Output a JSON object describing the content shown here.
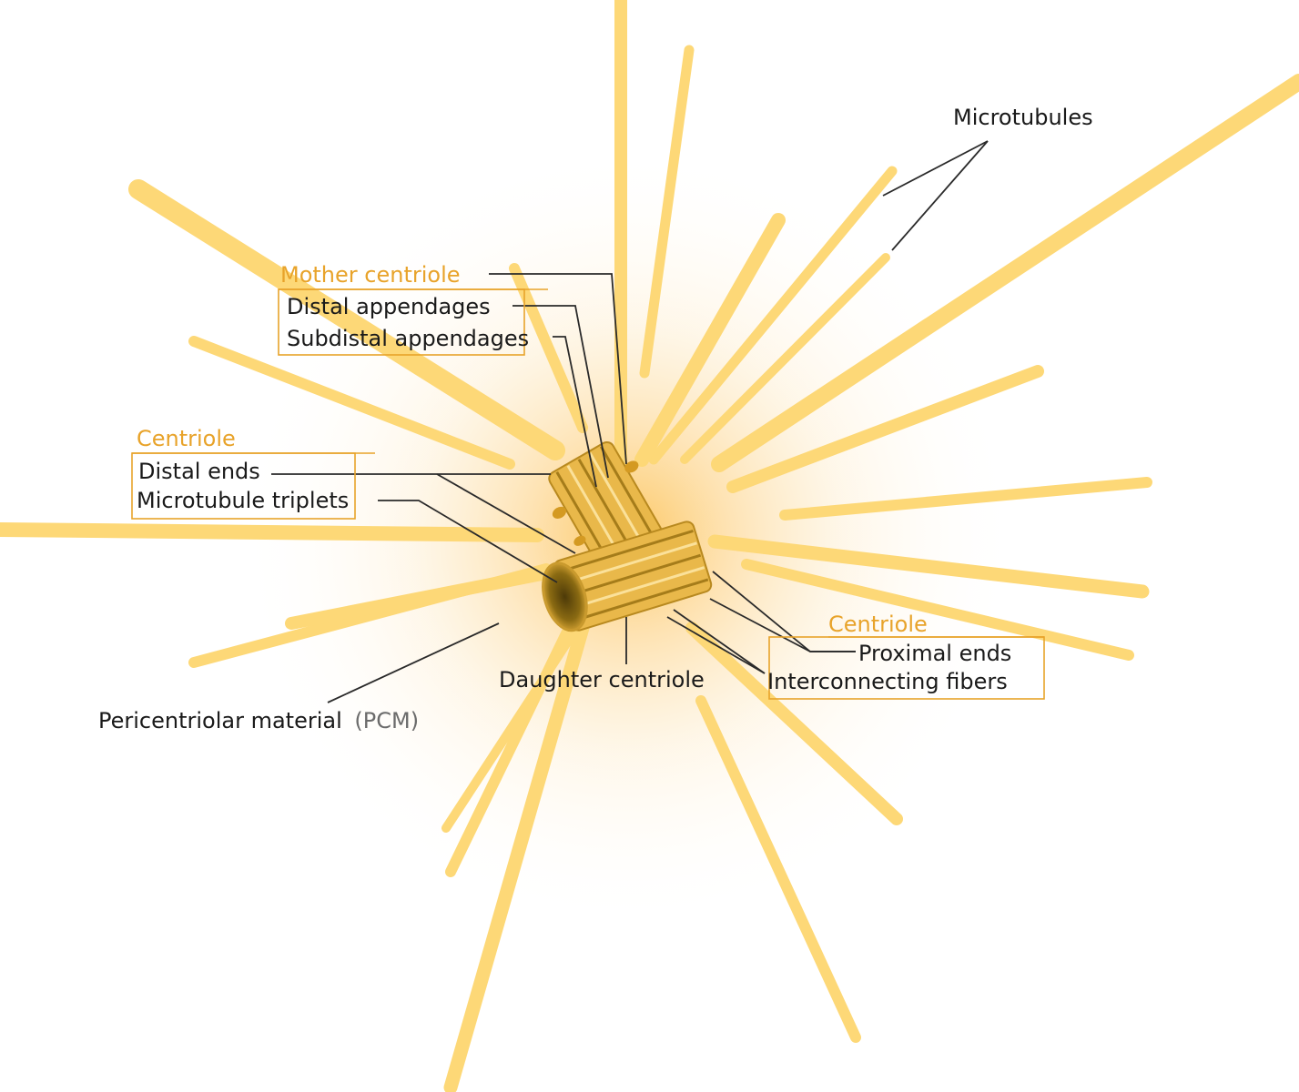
{
  "colors": {
    "microtubule": "#fdd877",
    "pcm_glow": "#fcc45a",
    "accent_orange": "#e8a32a",
    "centriole_body": "#e9b84a",
    "centriole_dark": "#8a6a12",
    "text": "#1a1a1a",
    "leader": "#2a2a2a"
  },
  "labels": {
    "microtubules": "Microtubules",
    "mother_centriole": "Mother centriole",
    "distal_appendages": "Distal appendages",
    "subdistal_appendages": "Subdistal appendages",
    "centriole_left": "Centriole",
    "distal_ends": "Distal ends",
    "microtubule_triplets": "Microtubule triplets",
    "centriole_right": "Centriole",
    "proximal_ends": "Proximal ends",
    "interconnecting_fibers": "Interconnecting fibers",
    "daughter_centriole": "Daughter centriole",
    "pcm_main": "Pericentriolar material",
    "pcm_abbrev": "(PCM)"
  }
}
